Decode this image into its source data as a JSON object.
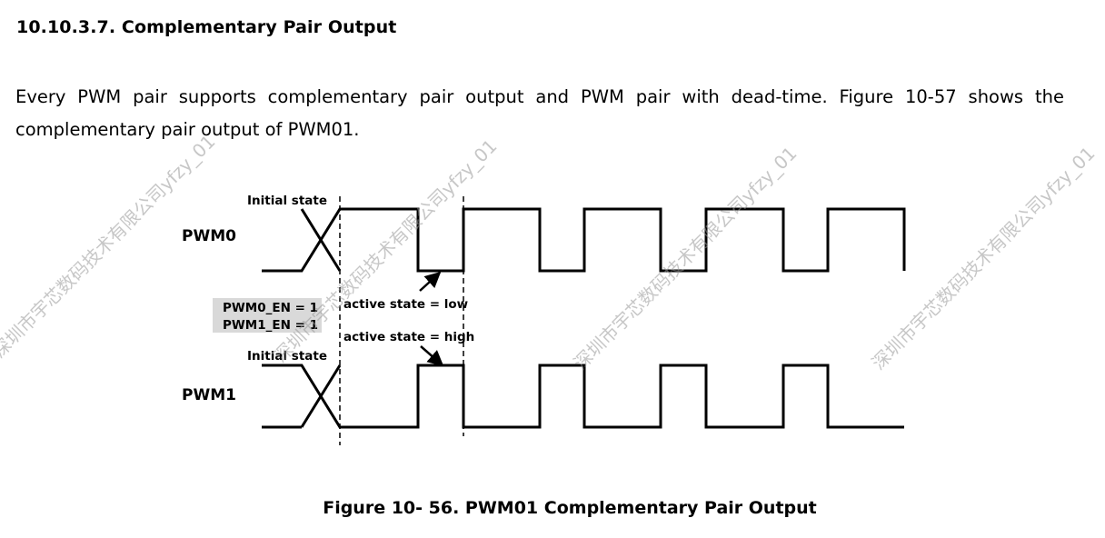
{
  "heading": "10.10.3.7. Complementary Pair Output",
  "paragraph": "Every PWM pair supports complementary pair output and PWM pair with dead-time. Figure 10-57 shows the complementary pair output of PWM01.",
  "diagram": {
    "pwm0_label": "PWM0",
    "pwm1_label": "PWM1",
    "initial_state_top": "Initial state",
    "initial_state_bottom": "Initial state",
    "enable_line1": "PWM0_EN = 1",
    "enable_line2": "PWM1_EN = 1",
    "active_low": "active state = low",
    "active_high": "active state = high",
    "enable_box_color": "#d9d9d9"
  },
  "caption": "Figure 10- 56. PWM01 Complementary Pair Output",
  "watermark": "深圳市宇芯数码技术有限公司yfzy_01"
}
